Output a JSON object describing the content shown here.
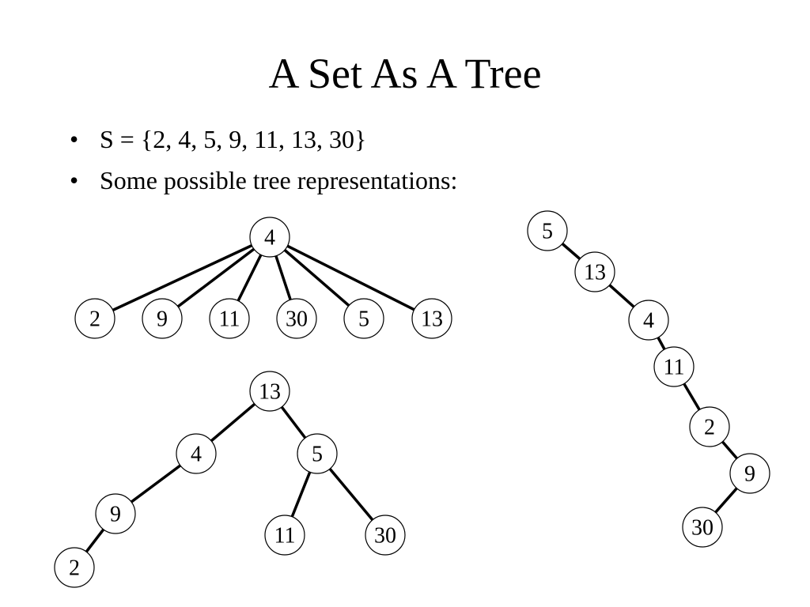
{
  "title": "A Set As A Tree",
  "bullets": [
    "S = {2, 4, 5, 9, 11, 13, 30}",
    "Some possible tree representations:"
  ],
  "trees": [
    {
      "name": "tree-flat",
      "nodes": [
        {
          "id": "a4",
          "label": "4"
        },
        {
          "id": "a2",
          "label": "2"
        },
        {
          "id": "a9",
          "label": "9"
        },
        {
          "id": "a11",
          "label": "11"
        },
        {
          "id": "a30",
          "label": "30"
        },
        {
          "id": "a5",
          "label": "5"
        },
        {
          "id": "a13",
          "label": "13"
        }
      ],
      "edges": [
        [
          "a4",
          "a2"
        ],
        [
          "a4",
          "a9"
        ],
        [
          "a4",
          "a11"
        ],
        [
          "a4",
          "a30"
        ],
        [
          "a4",
          "a5"
        ],
        [
          "a4",
          "a13"
        ]
      ]
    },
    {
      "name": "tree-binary",
      "nodes": [
        {
          "id": "b13",
          "label": "13"
        },
        {
          "id": "b4",
          "label": "4"
        },
        {
          "id": "b5",
          "label": "5"
        },
        {
          "id": "b9",
          "label": "9"
        },
        {
          "id": "b2",
          "label": "2"
        },
        {
          "id": "b11",
          "label": "11"
        },
        {
          "id": "b30",
          "label": "30"
        }
      ],
      "edges": [
        [
          "b13",
          "b4"
        ],
        [
          "b13",
          "b5"
        ],
        [
          "b4",
          "b9"
        ],
        [
          "b9",
          "b2"
        ],
        [
          "b5",
          "b11"
        ],
        [
          "b5",
          "b30"
        ]
      ]
    },
    {
      "name": "tree-chain",
      "nodes": [
        {
          "id": "c5",
          "label": "5"
        },
        {
          "id": "c13",
          "label": "13"
        },
        {
          "id": "c4",
          "label": "4"
        },
        {
          "id": "c11",
          "label": "11"
        },
        {
          "id": "c2",
          "label": "2"
        },
        {
          "id": "c9",
          "label": "9"
        },
        {
          "id": "c30",
          "label": "30"
        }
      ],
      "edges": [
        [
          "c5",
          "c13"
        ],
        [
          "c13",
          "c4"
        ],
        [
          "c4",
          "c11"
        ],
        [
          "c11",
          "c2"
        ],
        [
          "c2",
          "c9"
        ],
        [
          "c9",
          "c30"
        ]
      ]
    }
  ]
}
